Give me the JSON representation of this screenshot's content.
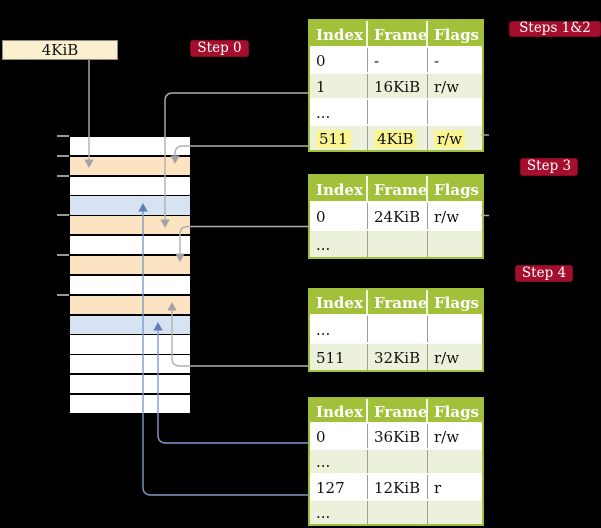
{
  "colors": {
    "background": "#000000",
    "cream_box": "#faf0d0",
    "legend_border": "#8f8c78",
    "badge_red": "#a60e2e",
    "badge_border": "#7f0c22",
    "table_header_green": "#a2c13b",
    "table_border_green": "#9fbe3a",
    "row_light_green": "#ecf1dc",
    "frame_peach": "#fce3c2",
    "frame_blue": "#d7e3f2",
    "highlight_yellow": "#fbf493",
    "gray_line": "#b0b0b0",
    "gray_arrowhead": "#a3a3a3",
    "blue_line": "#7d9bc8",
    "blue_arrowhead": "#5e7fb5",
    "tick_gray": "#9a9a9a"
  },
  "legend_box": {
    "label": "4KiB"
  },
  "badges": {
    "step0": "Step 0",
    "steps12": "Steps 1&2",
    "step3": "Step 3",
    "step4": "Step 4"
  },
  "memory_stack": {
    "row_colors": [
      "white",
      "peach",
      "white",
      "blue",
      "peach",
      "white",
      "peach",
      "white",
      "peach",
      "blue",
      "white",
      "white",
      "white",
      "white"
    ],
    "tick_rows": [
      0,
      1,
      2,
      4,
      6,
      8
    ]
  },
  "page_tables": [
    {
      "name": "page-table-steps-1-2",
      "headers": [
        "Index",
        "Frame",
        "Flags"
      ],
      "rows": [
        {
          "cells": [
            "0",
            "-",
            "-"
          ],
          "shade": "white",
          "highlight": false
        },
        {
          "cells": [
            "1",
            "16KiB",
            "r/w"
          ],
          "shade": "green",
          "highlight": false
        },
        {
          "cells": [
            "...",
            "",
            ""
          ],
          "shade": "white",
          "highlight": false
        },
        {
          "cells": [
            "511",
            "4KiB",
            "r/w"
          ],
          "shade": "green",
          "highlight": true
        }
      ]
    },
    {
      "name": "page-table-step-3",
      "headers": [
        "Index",
        "Frame",
        "Flags"
      ],
      "rows": [
        {
          "cells": [
            "0",
            "24KiB",
            "r/w"
          ],
          "shade": "white",
          "highlight": false
        },
        {
          "cells": [
            "...",
            "",
            ""
          ],
          "shade": "green",
          "highlight": false
        }
      ]
    },
    {
      "name": "page-table-step-4",
      "headers": [
        "Index",
        "Frame",
        "Flags"
      ],
      "rows": [
        {
          "cells": [
            "...",
            "",
            ""
          ],
          "shade": "white",
          "highlight": false
        },
        {
          "cells": [
            "511",
            "32KiB",
            "r/w"
          ],
          "shade": "green",
          "highlight": false
        }
      ]
    },
    {
      "name": "page-table-bottom",
      "headers": [
        "Index",
        "Frame",
        "Flags"
      ],
      "rows": [
        {
          "cells": [
            "0",
            "36KiB",
            "r/w"
          ],
          "shade": "white",
          "highlight": false
        },
        {
          "cells": [
            "...",
            "",
            ""
          ],
          "shade": "green",
          "highlight": false
        },
        {
          "cells": [
            "127",
            "12KiB",
            "r"
          ],
          "shade": "white",
          "highlight": false
        },
        {
          "cells": [
            "...",
            "",
            ""
          ],
          "shade": "green",
          "highlight": false
        }
      ]
    }
  ],
  "connections": [
    {
      "id": "arrow-4kib-box-to-frame-4kib",
      "from": "frame-size-box",
      "to": "frame-4kib",
      "color": "gray"
    },
    {
      "id": "arrow-pt1-idx1-to-frame-16kib",
      "from": "pt1-index-1",
      "to": "frame-16kib",
      "color": "gray"
    },
    {
      "id": "arrow-pt1-idx511-to-frame-4kib",
      "from": "pt1-index-511",
      "to": "frame-4kib",
      "color": "gray"
    },
    {
      "id": "arrow-pt2-idx0-to-frame-24kib",
      "from": "pt2-index-0",
      "to": "frame-24kib",
      "color": "gray"
    },
    {
      "id": "arrow-pt3-idx511-to-frame-32kib",
      "from": "pt3-index-511",
      "to": "frame-32kib",
      "color": "gray"
    },
    {
      "id": "arrow-pt4-idx0-to-frame-36kib",
      "from": "pt4-index-0",
      "to": "frame-36kib",
      "color": "blue"
    },
    {
      "id": "arrow-pt4-idx127-to-frame-12kib",
      "from": "pt4-index-127",
      "to": "frame-12kib",
      "color": "blue"
    },
    {
      "id": "arrow-stub-pt1-idx511",
      "from": "right-edge",
      "to": "pt1-index-511",
      "color": "gray"
    },
    {
      "id": "arrow-stub-pt2-idx0",
      "from": "right-edge",
      "to": "pt2-index-0",
      "color": "gray"
    }
  ]
}
